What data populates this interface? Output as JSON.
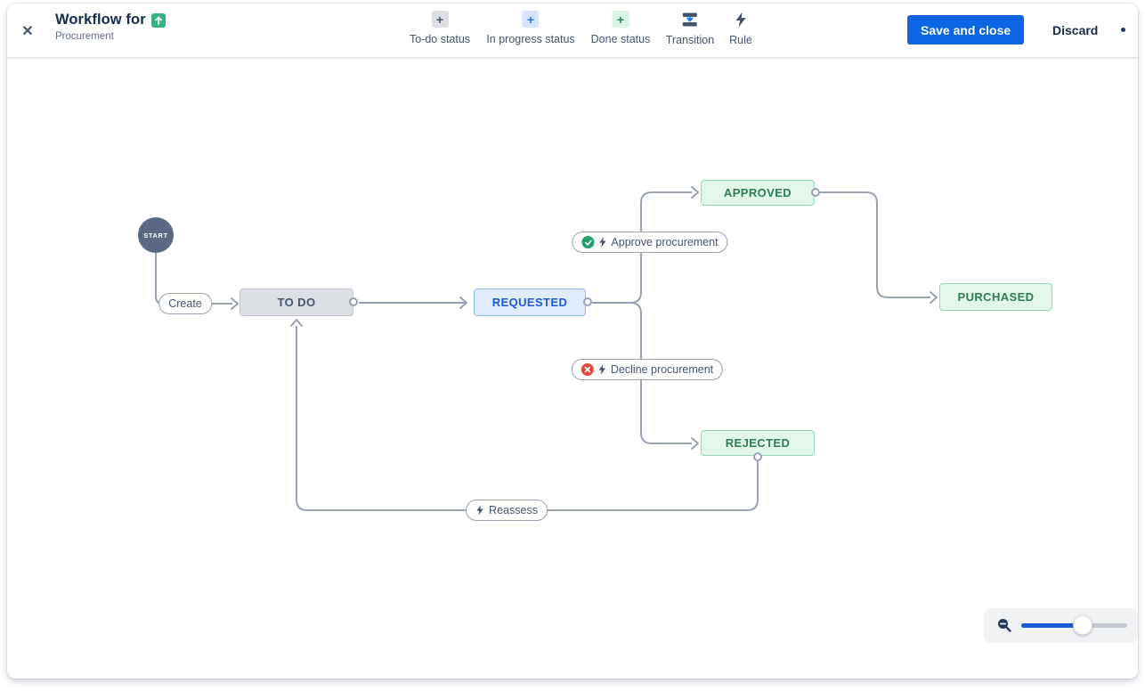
{
  "header": {
    "title": "Workflow for",
    "subtitle": "Procurement",
    "close_glyph": "✕",
    "issue_type_icon": "arrow-up-icon"
  },
  "toolbar": {
    "items": [
      {
        "label": "To-do status",
        "icon": "plus-icon",
        "glyph": "+",
        "tile_color": "#DCDFE4"
      },
      {
        "label": "In progress status",
        "icon": "plus-icon",
        "glyph": "+",
        "tile_color": "#D6E4FC"
      },
      {
        "label": "Done status",
        "icon": "plus-icon",
        "glyph": "+",
        "tile_color": "#D9F2E3"
      },
      {
        "label": "Transition",
        "icon": "transition-icon"
      },
      {
        "label": "Rule",
        "icon": "lightning-icon"
      }
    ]
  },
  "actions": {
    "save_label": "Save and close",
    "discard_label": "Discard"
  },
  "diagram": {
    "start_label": "START",
    "statuses": [
      {
        "label": "TO DO",
        "category": "todo"
      },
      {
        "label": "REQUESTED",
        "category": "in-progress"
      },
      {
        "label": "APPROVED",
        "category": "done"
      },
      {
        "label": "REJECTED",
        "category": "done"
      },
      {
        "label": "PURCHASED",
        "category": "done"
      }
    ],
    "transitions": [
      {
        "label": "Create",
        "icons": []
      },
      {
        "label": "Approve procurement",
        "icons": [
          "check-circle-icon",
          "lightning-icon"
        ]
      },
      {
        "label": "Decline procurement",
        "icons": [
          "cross-circle-icon",
          "lightning-icon"
        ]
      },
      {
        "label": "Reassess",
        "icons": [
          "lightning-icon"
        ]
      }
    ]
  },
  "zoom_control": {
    "zoom_out_icon": "magnifier-minus-icon",
    "slider_fraction": 0.58
  },
  "colors": {
    "accent_blue": "#0C66E4",
    "edge_gray": "#98A1B2",
    "status_todo_bg": "#DCE0E5",
    "status_todo_text": "#44546F",
    "status_inprogress_bg": "#E0EBFC",
    "status_inprogress_text": "#1D5BD6",
    "status_done_bg": "#E2F7EA",
    "status_done_text": "#2E7D54",
    "approve_badge": "#22A06B",
    "decline_badge": "#E2483D",
    "start_node": "#5B6883"
  }
}
